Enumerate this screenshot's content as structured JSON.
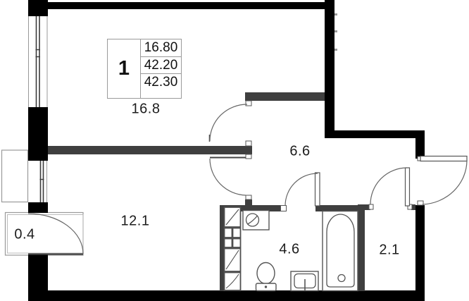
{
  "plan": {
    "unit": {
      "number": "1",
      "values": [
        "16.80",
        "42.20",
        "42.30"
      ]
    },
    "rooms": [
      {
        "area": "16.8"
      },
      {
        "area": "12.1"
      },
      {
        "area": "6.6"
      },
      {
        "area": "4.6"
      },
      {
        "area": "2.1"
      },
      {
        "area": "0.4"
      }
    ],
    "fixtures": [
      "bathtub",
      "toilet",
      "washbasin",
      "washing-machine",
      "shelf-unit"
    ],
    "colors": {
      "exterior_wall": "#000000",
      "interior_wall": "#3f3f3f",
      "fixture_line": "#555555",
      "background": "#ffffff"
    }
  }
}
